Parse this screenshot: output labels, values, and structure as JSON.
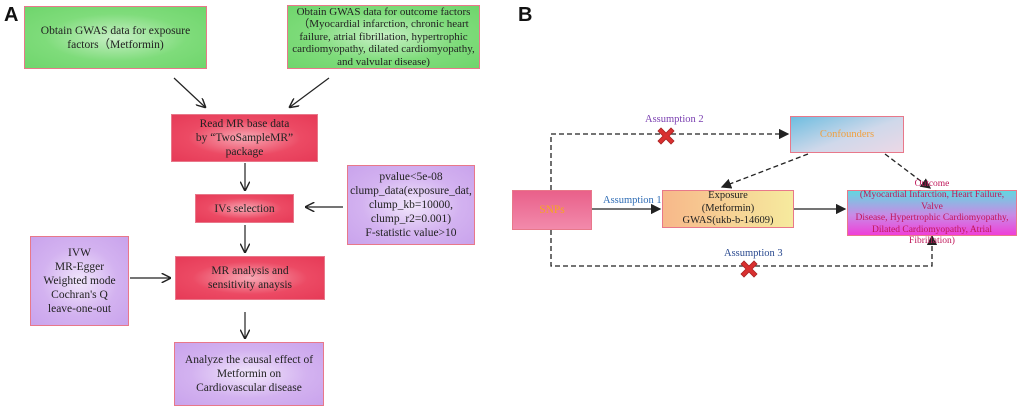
{
  "panels": {
    "a": {
      "label": "A",
      "boxes": {
        "exposure_gwas": "Obtain GWAS data for exposure\nfactors（Metformin)",
        "outcome_gwas": "Obtain GWAS data for outcome factors\n（Myocardial infarction, chronic heart\nfailure, atrial fibrillation, hypertrophic\ncardiomyopathy, dilated cardiomyopathy,\nand valvular disease)",
        "read_mr": "Read MR base data\nby “TwoSampleMR”\npackage",
        "ivs_selection": "IVs selection",
        "iv_criteria": "pvalue<5e-08\nclump_data(exposure_dat,\nclump_kb=10000,\nclump_r2=0.001)\nF-statistic value>10",
        "methods": "IVW\nMR-Egger\nWeighted mode\nCochran's Q\nleave-one-out",
        "mr_analysis": "MR analysis and\nsensitivity anaysis",
        "causal_effect": "Analyze  the causal effect of\nMetformin on\nCardiovascular disease"
      }
    },
    "b": {
      "label": "B",
      "nodes": {
        "snps": "SNPs",
        "exposure": "Exposure\n(Metformin)\nGWAS(ukb-b-14609)",
        "outcome_title": "Outcome",
        "outcome_detail": "(Myocardial Infarction, Heart Failure, Valve\nDisease, Hypertrophic Cardiomyopathy,\nDilated Cardiomyopathy, Atrial Fibrillation)",
        "confounders": "Confounders"
      },
      "assumptions": {
        "a1": "Assumption 1",
        "a2": "Assumption 2",
        "a3": "Assumption 3"
      },
      "colors": {
        "snps_text": "#f5a623",
        "confounders_text": "#f0a040",
        "outcome_text": "#c0185a",
        "a1": "#2f6db5",
        "a2": "#7a3fb0",
        "a3": "#2a4a90",
        "cross": "#d93030"
      }
    }
  }
}
